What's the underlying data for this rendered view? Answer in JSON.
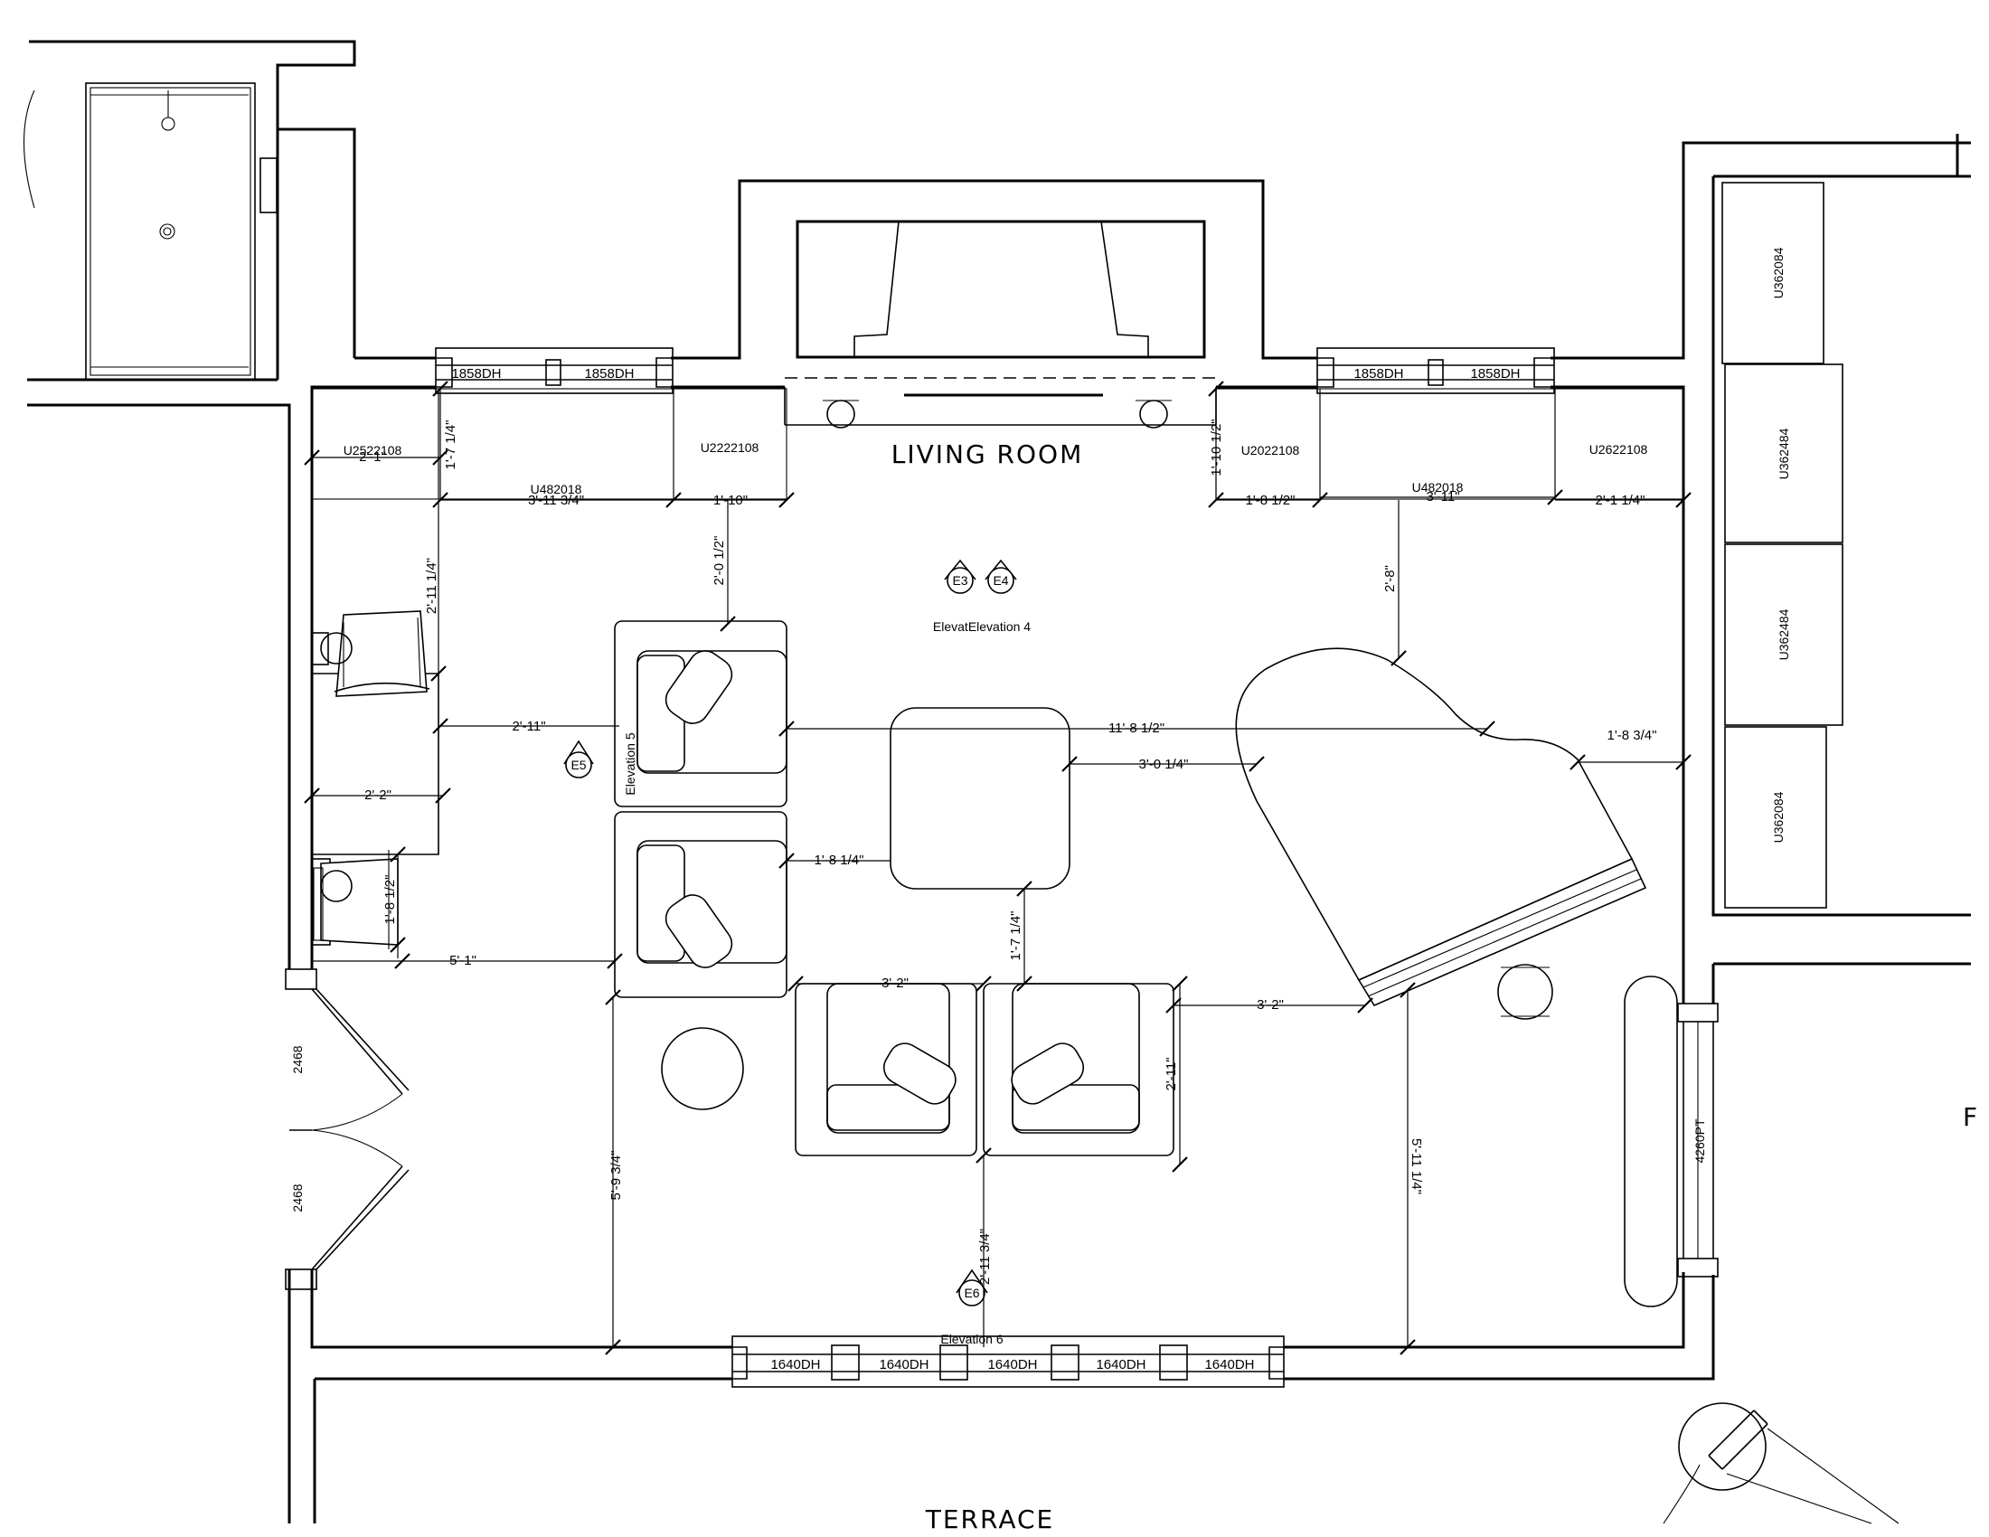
{
  "room_title": "LIVING ROOM",
  "terrace_label": "TERRACE",
  "edge_letter": "F",
  "windows": {
    "top_left": [
      "1858DH",
      "1858DH"
    ],
    "top_right": [
      "1858DH",
      "1858DH"
    ],
    "bottom": [
      "1640DH",
      "1640DH",
      "1640DH",
      "1640DH",
      "1640DH"
    ]
  },
  "doors": {
    "left_upper": "2468",
    "left_lower": "2468",
    "right_patio": "4260PT"
  },
  "cabinets": {
    "top": [
      "U2522108",
      "U482018",
      "U2222108",
      "U2022108",
      "U482018",
      "U2622108"
    ],
    "right": [
      "U362084",
      "U362484",
      "U362484",
      "U362084"
    ]
  },
  "elevations": {
    "markers": [
      "E3",
      "E4",
      "E5",
      "E6"
    ],
    "labels": [
      "ElevatElevation 4",
      "Elevation 5",
      "Elevation 6"
    ]
  },
  "dimensions": {
    "d_2_1": "2'-1\"",
    "d_1_7_14": "1'-7 1/4\"",
    "d_3_11_34": "3'-11 3/4\"",
    "d_1_10": "1'-10\"",
    "d_2_0_12": "2'-0 1/2\"",
    "d_1_10_12": "1'-10 1/2\"",
    "d_1_8_12_top": "1'-8 1/2\"",
    "d_3_11": "3'-11\"",
    "d_2_1_14": "2'-1 1/4\"",
    "d_2_8": "2'-8\"",
    "d_2_11_14": "2'-11 1/4\"",
    "d_2_11": "2'-11\"",
    "d_11_8_12": "11'-8 1/2\"",
    "d_1_8_34": "1'-8 3/4\"",
    "d_3_0_14": "3'-0 1/4\"",
    "d_2_2": "2'-2\"",
    "d_1_8_14": "1'-8 1/4\"",
    "d_1_8_12_left": "1'-8 1/2\"",
    "d_1_7_14_mid": "1'-7 1/4\"",
    "d_5_1": "5'-1\"",
    "d_3_2_a": "3'-2\"",
    "d_3_2_b": "3'-2\"",
    "d_2_11_chair": "2'-11\"",
    "d_5_9_34": "5'-9 3/4\"",
    "d_2_11_34": "2'-11 3/4\"",
    "d_5_11_14": "5'-11 1/4\""
  }
}
